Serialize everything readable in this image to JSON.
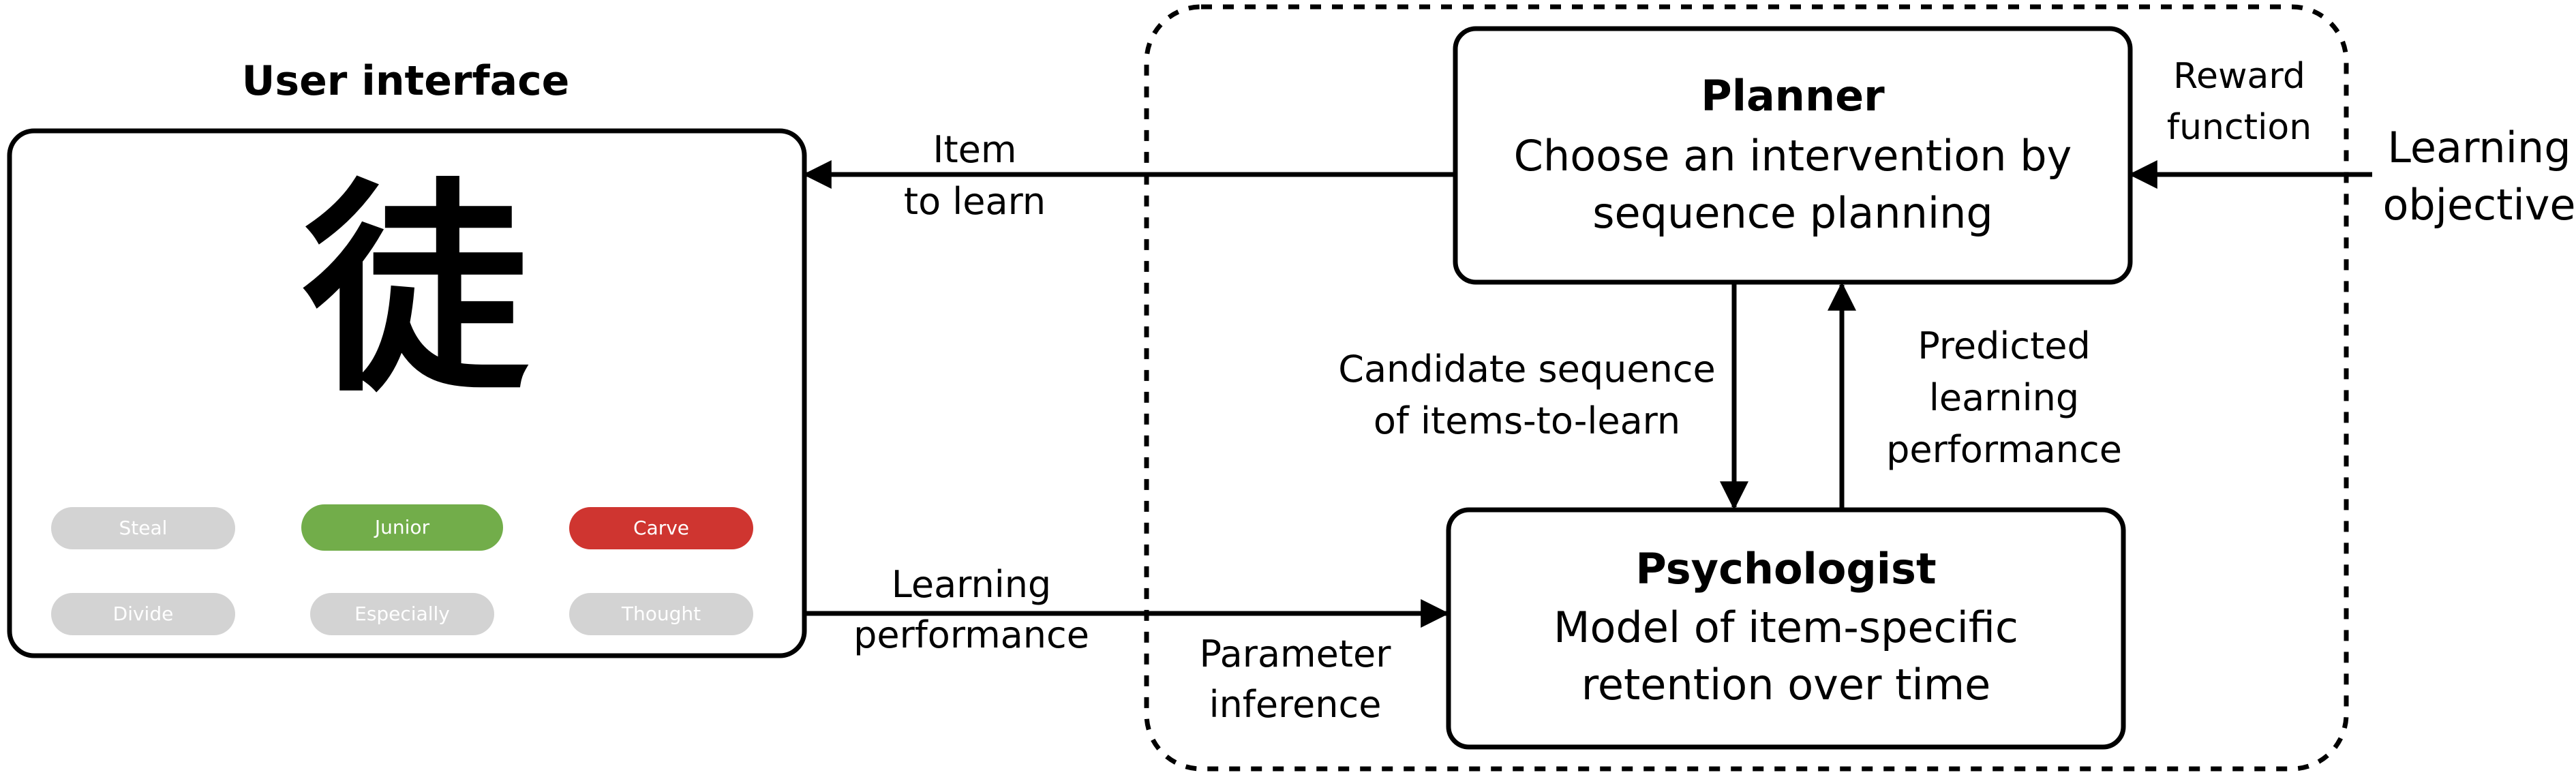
{
  "user_interface": {
    "title": "User interface",
    "character": "徒",
    "options": [
      {
        "label": "Steal",
        "state": "neutral"
      },
      {
        "label": "Junior",
        "state": "correct"
      },
      {
        "label": "Carve",
        "state": "wrong"
      },
      {
        "label": "Divide",
        "state": "neutral"
      },
      {
        "label": "Especially",
        "state": "neutral"
      },
      {
        "label": "Thought",
        "state": "neutral"
      }
    ],
    "colors": {
      "neutral": "#d3d3d3",
      "correct": "#72ad4a",
      "wrong": "#cf3530"
    }
  },
  "planner": {
    "title": "Planner",
    "line1": "Choose an intervention  by",
    "line2": "sequence planning"
  },
  "psychologist": {
    "title": "Psychologist",
    "line1": "Model of item-specific",
    "line2": "retention over time"
  },
  "edges": {
    "item_to_learn": [
      "Item",
      "to learn"
    ],
    "learning_performance": [
      "Learning",
      "performance"
    ],
    "reward_function": [
      "Reward",
      "function"
    ],
    "learning_objective": [
      "Learning",
      "objective"
    ],
    "candidate_sequence": [
      "Candidate sequence",
      "of items-to-learn"
    ],
    "predicted_performance": [
      "Predicted",
      "learning",
      "performance"
    ],
    "parameter_inference": [
      "Parameter",
      "inference"
    ]
  }
}
